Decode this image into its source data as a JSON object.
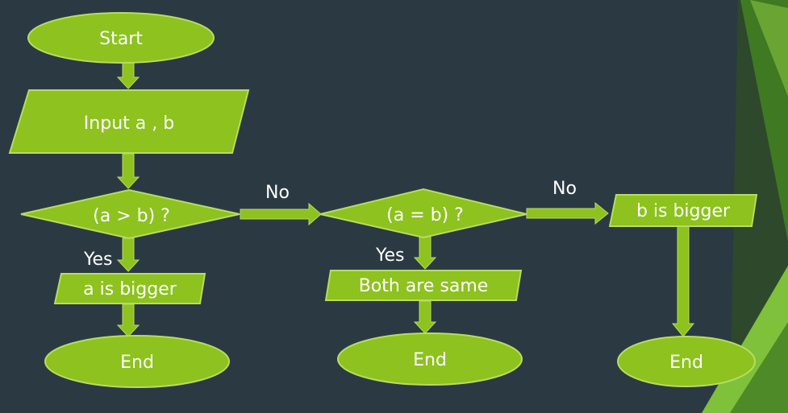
{
  "colors": {
    "background": "#2b3a42",
    "shape_fill": "#8dc21f",
    "shape_stroke": "#b7dc62",
    "text": "#ffffff",
    "accent_dark": "#3d6a1c",
    "accent_light": "#8ec540"
  },
  "nodes": {
    "start": "Start",
    "input": "Input a , b",
    "decision1": "(a  > b)  ?",
    "decision2": "(a  = b)  ?",
    "a_bigger": "a is bigger",
    "both_same": "Both are same",
    "b_bigger": "b is bigger",
    "end1": "End",
    "end2": "End",
    "end3": "End"
  },
  "edges": {
    "yes1": "Yes",
    "no1": "No",
    "yes2": "Yes",
    "no2": "No"
  }
}
